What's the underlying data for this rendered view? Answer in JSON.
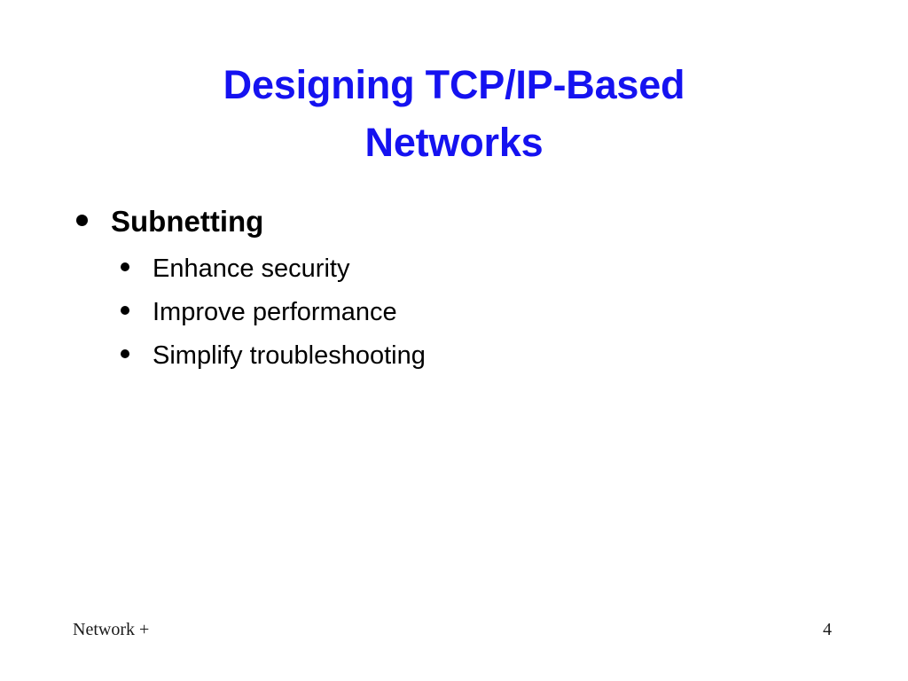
{
  "slide": {
    "background_color": "#ffffff",
    "title": {
      "color": "#1512f0",
      "line1": "Designing TCP/IP-Based",
      "line2": "Networks"
    },
    "content": {
      "bullets": [
        {
          "label": "Subnetting",
          "bullet_icon": "disc-bullet-icon",
          "children": [
            {
              "label": "Enhance security",
              "bullet_icon": "disc-bullet-icon"
            },
            {
              "label": "Improve performance",
              "bullet_icon": "disc-bullet-icon"
            },
            {
              "label": "Simplify troubleshooting",
              "bullet_icon": "disc-bullet-icon"
            }
          ]
        }
      ]
    },
    "footer": {
      "text": "Network +",
      "page_number": "4",
      "color": "#1a1a1a"
    }
  }
}
